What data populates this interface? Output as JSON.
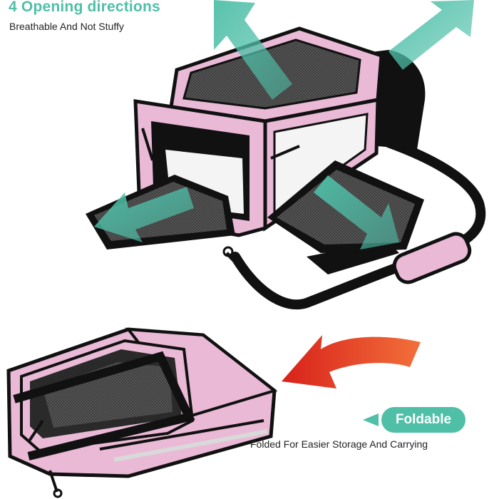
{
  "header": {
    "title": "4 Opening directions",
    "subtitle": "Breathable And Not Stuffy"
  },
  "badge": {
    "label": "Foldable"
  },
  "caption": {
    "text": "Folded For Easier Storage And Carrying"
  },
  "colors": {
    "accent": "#4fbfa8",
    "carrier_pink": "#e9b9d6",
    "carrier_trim": "#111111",
    "mesh": "#2e2e2e",
    "fleece": "#f4f4f4",
    "fold_arrow": "#e23b1f"
  },
  "icons": [
    "direction-arrow-icon",
    "fold-arrow-icon"
  ]
}
